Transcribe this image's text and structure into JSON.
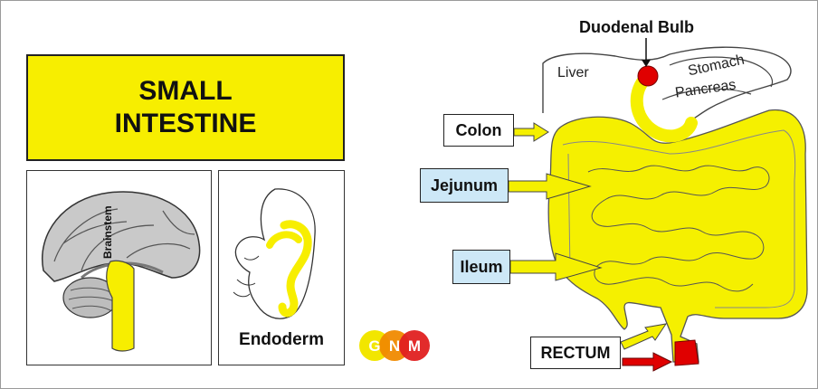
{
  "title": {
    "line1": "SMALL",
    "line2": "INTESTINE"
  },
  "brain_panel": {
    "label": "Brainstem"
  },
  "embryo_panel": {
    "label": "Endoderm"
  },
  "logo": {
    "letters": [
      "G",
      "N",
      "M"
    ]
  },
  "anatomy_labels": {
    "duodenal_bulb": "Duodenal Bulb",
    "liver": "Liver",
    "stomach": "Stomach",
    "pancreas": "Pancreas",
    "colon": "Colon",
    "jejunum": "Jejunum",
    "ileum": "Ileum",
    "rectum": "RECTUM"
  },
  "colors": {
    "highlight": "#f7ee00",
    "organ": "#f5f000",
    "focus_red": "#e00000",
    "label_blue": "#cde8f7",
    "logo_g": "#f2e600",
    "logo_n": "#f08a00",
    "logo_m": "#e02020"
  }
}
